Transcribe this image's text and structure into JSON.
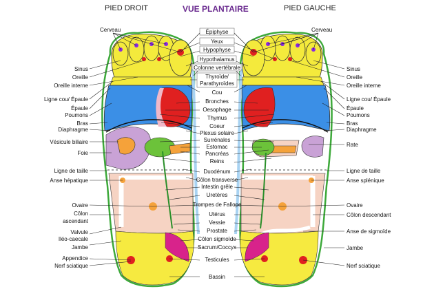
{
  "header": {
    "left": "PIED DROIT",
    "title": "VUE PLANTAIRE",
    "right": "PIED GAUCHE"
  },
  "left_labels": [
    "Cerveau",
    "Sinus",
    "Oreille",
    "Oreille interne",
    "Ligne cou/ Épaule",
    "Épaule",
    "Poumons",
    "Bras",
    "Diaphragme",
    "Vésicule biliaire",
    "Foie",
    "Ligne de taille",
    "Anse hépatique",
    "Ovaire",
    "Côlon",
    "ascendant",
    "Valvule",
    "Iléo-caecale",
    "Jambe",
    "Appendice",
    "Nerf sciatique"
  ],
  "center_labels": [
    "Épiphyse",
    "Yeux",
    "Hypophyse",
    "Hypothalamus",
    "Colonne vertébrale",
    "Thyroïde/",
    "Parathyroïdes",
    "Cou",
    "Bronches",
    "Oesophage",
    "Thymus",
    "Coeur",
    "Plexus solaire",
    "Surrénales",
    "Estomac",
    "Pancréas",
    "Reins",
    "Duodénum",
    "Côlon transverse",
    "Intestin grêle",
    "Uretères",
    "Trompes de Fallope",
    "Utérus",
    "Vessie",
    "Prostate",
    "Côlon sigmoïde",
    "Sacrum/Coccyx",
    "Testicules",
    "Bassin"
  ],
  "right_labels": [
    "Cerveau",
    "Sinus",
    "Oreille",
    "Oreille interne",
    "Ligne cou/ Épaule",
    "Épaule",
    "Poumons",
    "Bras",
    "Diaphragme",
    "Rate",
    "Ligne de taille",
    "Anse splénique",
    "Ovaire",
    "Côlon descendant",
    "Anse de sigmoïde",
    "Jambe",
    "Nerf sciatique"
  ],
  "colors": {
    "title": "#6a2a8f",
    "toe_yellow": "#f4ea3c",
    "chest_blue": "#3b8fe6",
    "lung_red": "#e02020",
    "heart_pink": "#f0b8c8",
    "liver_lilac": "#c9a2d6",
    "digestive_orange": "#f5a23a",
    "intestine_beige": "#f6d3c3",
    "heel_yellow": "#f6ea40",
    "pelvis_magenta": "#d8238b",
    "kidney_green": "#6cc23a",
    "spine_blue": "#a9d3f2",
    "foot_outline": "#3da93a"
  }
}
